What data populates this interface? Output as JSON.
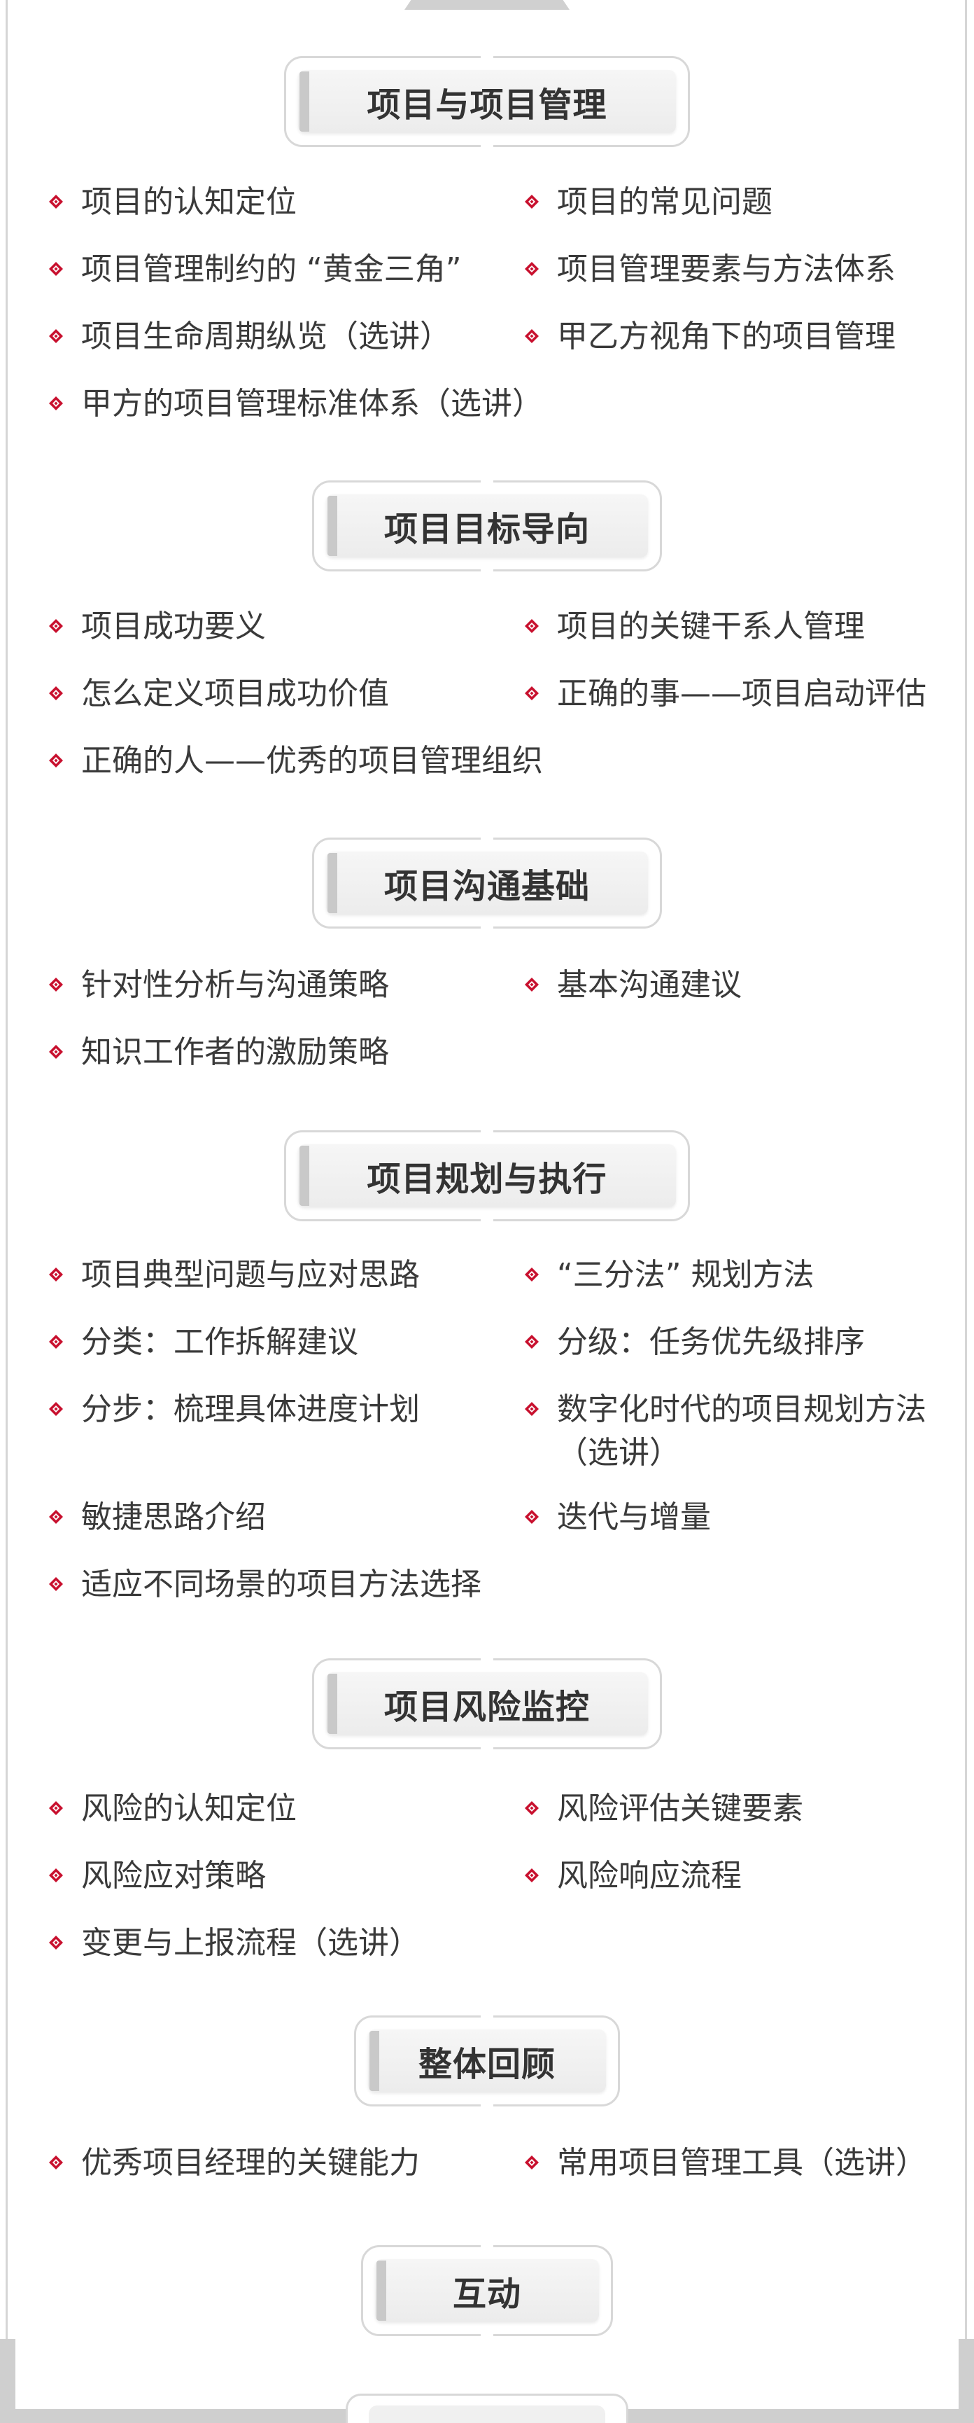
{
  "sections": [
    {
      "title": "项目与项目管理",
      "items": [
        "项目的认知定位",
        "项目的常见问题",
        "项目管理制约的 “黄金三角”",
        "项目管理要素与方法体系",
        "项目生命周期纵览（选讲）",
        "甲乙方视角下的项目管理",
        "甲方的项目管理标准体系（选讲）"
      ]
    },
    {
      "title": "项目目标导向",
      "items": [
        "项目成功要义",
        "项目的关键干系人管理",
        "怎么定义项目成功价值",
        "正确的事——项目启动评估",
        "正确的人——优秀的项目管理组织"
      ]
    },
    {
      "title": "项目沟通基础",
      "items": [
        "针对性分析与沟通策略",
        "基本沟通建议",
        "知识工作者的激励策略"
      ]
    },
    {
      "title": "项目规划与执行",
      "items": [
        "项目典型问题与应对思路",
        "“三分法” 规划方法",
        "分类：工作拆解建议",
        "分级：任务优先级排序",
        "分步：梳理具体进度计划",
        "数字化时代的项目规划方法（选讲）",
        "敏捷思路介绍",
        "迭代与增量",
        "适应不同场景的项目方法选择"
      ]
    },
    {
      "title": "项目风险监控",
      "items": [
        "风险的认知定位",
        "风险评估关键要素",
        "风险应对策略",
        "风险响应流程",
        "变更与上报流程（选讲）"
      ]
    },
    {
      "title": "整体回顾",
      "items": [
        "优秀项目经理的关键能力",
        "常用项目管理工具（选讲）"
      ]
    },
    {
      "title": "互动",
      "items": []
    }
  ],
  "colors": {
    "bullet_red": "#c8102e",
    "bullet_white": "#ffffff",
    "text": "#3a3a3a",
    "frame": "#d6d6d6"
  },
  "icons": {
    "bullet": "red-white-diamond-icon"
  }
}
